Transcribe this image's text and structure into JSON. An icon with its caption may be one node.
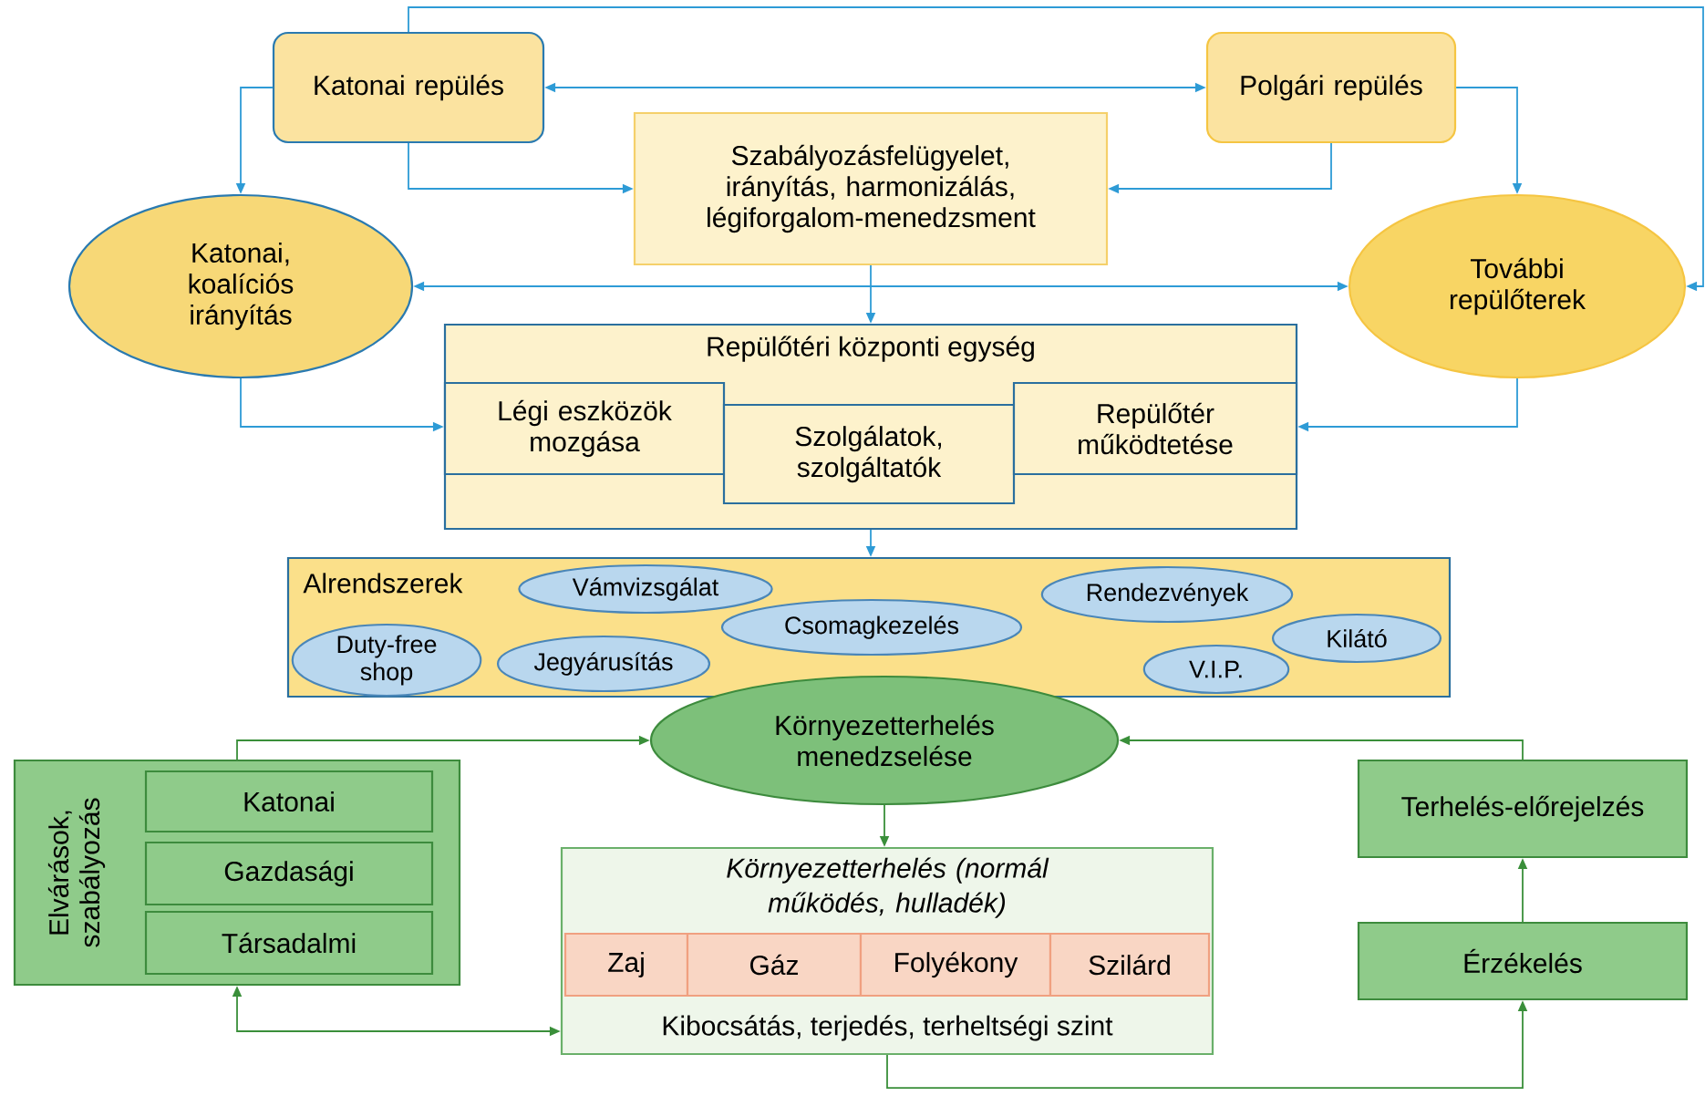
{
  "diagram": {
    "nodes": [
      {
        "text": [
          "Katonai repülés"
        ]
      },
      {
        "text": [
          "Polgári repülés"
        ]
      },
      {
        "text": [
          "Szabályozásfelügyelet, irányítás, harmonizálás, légiforgalom-menedzsment"
        ]
      },
      {
        "text": [
          "Katonai, koalíciós irányítás"
        ]
      },
      {
        "text": [
          "További repülőterek"
        ]
      },
      {
        "text": [
          "Repülőtéri központi egység"
        ]
      },
      {
        "text": [
          "Légi eszközök mozgása"
        ],
        "in": 5
      },
      {
        "text": [
          "Szolgálatok, szolgáltatók"
        ],
        "in": 5
      },
      {
        "text": [
          "Repülőtér működtetése"
        ],
        "in": 5
      },
      {
        "text": [
          "Alrendszerek"
        ]
      },
      {
        "text": [
          "Vámvizsgálat"
        ],
        "in": 9
      },
      {
        "text": [
          "Rendezvények"
        ],
        "in": 9
      },
      {
        "text": [
          "Duty-free shop"
        ],
        "in": 9
      },
      {
        "text": [
          "Jegyárusítás"
        ],
        "in": 9
      },
      {
        "text": [
          "Csomagkezelés"
        ],
        "in": 9
      },
      {
        "text": [
          "V.I.P."
        ],
        "in": 9
      },
      {
        "text": [
          "Kilátó"
        ],
        "in": 9
      },
      {
        "text": [
          "Környezetterhelés menedzselése"
        ]
      },
      {
        "text": [
          "Elvárások, szabályozás"
        ]
      },
      {
        "text": [
          "Katonai"
        ],
        "in": 18
      },
      {
        "text": [
          "Gazdasági"
        ],
        "in": 18
      },
      {
        "text": [
          "Társadalmi"
        ],
        "in": 18
      },
      {
        "text": [
          "Környezetterhelés (normál működés, hulladék)",
          "Kibocsátás, terjedés, terheltségi szint"
        ]
      },
      {
        "text": [
          "Zaj"
        ],
        "in": 22
      },
      {
        "text": [
          "Gáz"
        ],
        "in": 22
      },
      {
        "text": [
          "Folyékony"
        ],
        "in": 22
      },
      {
        "text": [
          "Szilárd"
        ],
        "in": 22
      },
      {
        "text": [
          "Terhelés-előrejelzés"
        ]
      },
      {
        "text": [
          "Érzékelés"
        ]
      }
    ],
    "edges": [
      {
        "from": 0,
        "to": 1,
        "arrow": "both"
      },
      {
        "from": 0,
        "to": 2,
        "arrow": "to"
      },
      {
        "from": 1,
        "to": 2,
        "arrow": "to"
      },
      {
        "from": 0,
        "to": 3,
        "arrow": "to"
      },
      {
        "from": 1,
        "to": 4,
        "arrow": "to"
      },
      {
        "from": 0,
        "to": 4,
        "arrow": "to"
      },
      {
        "from": 3,
        "to": 4,
        "arrow": "both"
      },
      {
        "from": 2,
        "to": 5,
        "arrow": "to"
      },
      {
        "from": 3,
        "to": 5,
        "arrow": "to"
      },
      {
        "from": 4,
        "to": 5,
        "arrow": "to"
      },
      {
        "from": 5,
        "to": 9,
        "arrow": "to"
      },
      {
        "from": 17,
        "to": 22,
        "arrow": "to",
        "color": "#3a8f3a"
      },
      {
        "from": 18,
        "to": 17,
        "arrow": "to",
        "color": "#3a8f3a"
      },
      {
        "from": 27,
        "to": 17,
        "arrow": "to",
        "color": "#3a8f3a"
      },
      {
        "from": 28,
        "to": 27,
        "arrow": "to",
        "color": "#3a8f3a"
      },
      {
        "from": 22,
        "to": 28,
        "arrow": "to",
        "color": "#3a8f3a"
      },
      {
        "from": 18,
        "to": 22,
        "arrow": "both",
        "color": "#3a8f3a"
      }
    ]
  }
}
